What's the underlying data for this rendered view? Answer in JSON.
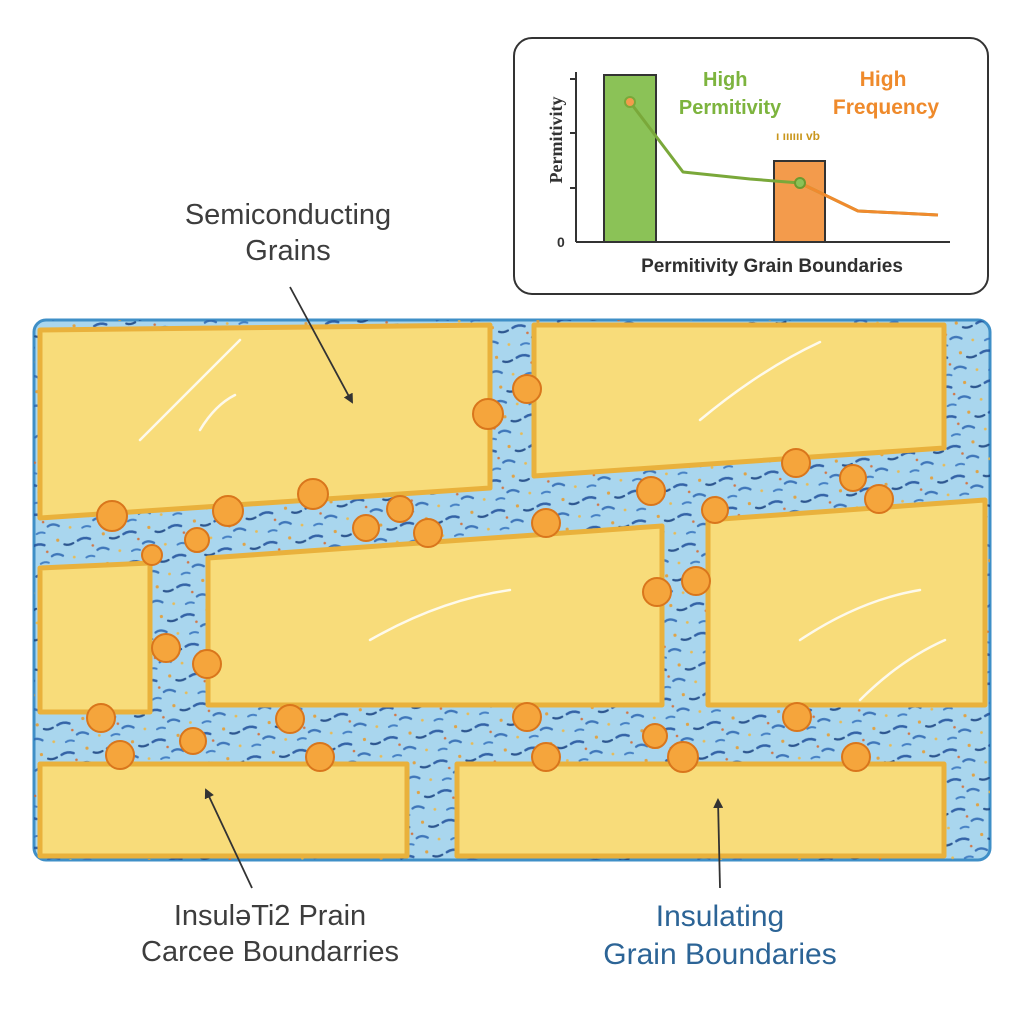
{
  "labels": {
    "semiconducting": {
      "line1": "Semiconducting",
      "line2": "Grains"
    },
    "bottom_left": {
      "line1": "InsuləTi2 Prain",
      "line2": "Carcee Boundarries"
    },
    "bottom_right": {
      "line1": "Insulating",
      "line2": "Grain Boundaries"
    }
  },
  "inset": {
    "ylabel": "Permitivity",
    "ytick_zero": "0",
    "legend_high_perm": {
      "line1": "High",
      "line2": "Permitivity"
    },
    "legend_high_freq": {
      "line1": "High",
      "line2": "Frequency"
    },
    "garbled_mark": "ı ıııııı vb",
    "caption": "Permitivity Grain Boundaries"
  },
  "colors": {
    "grain_fill": "#f8dc7a",
    "grain_stroke": "#e9b13c",
    "boundary_fill": "#a9d6ee",
    "boundary_stroke": "#3f8fc7",
    "particle": "#f5a53c",
    "bar_green": "#8bc257",
    "bar_orange": "#f39b4c",
    "text_dark": "#3d3d3d",
    "text_blue": "#2c6496",
    "legend_green": "#7db43e",
    "legend_orange": "#ef8a2b"
  },
  "icons": [
    "pointer-arrow-icon"
  ]
}
